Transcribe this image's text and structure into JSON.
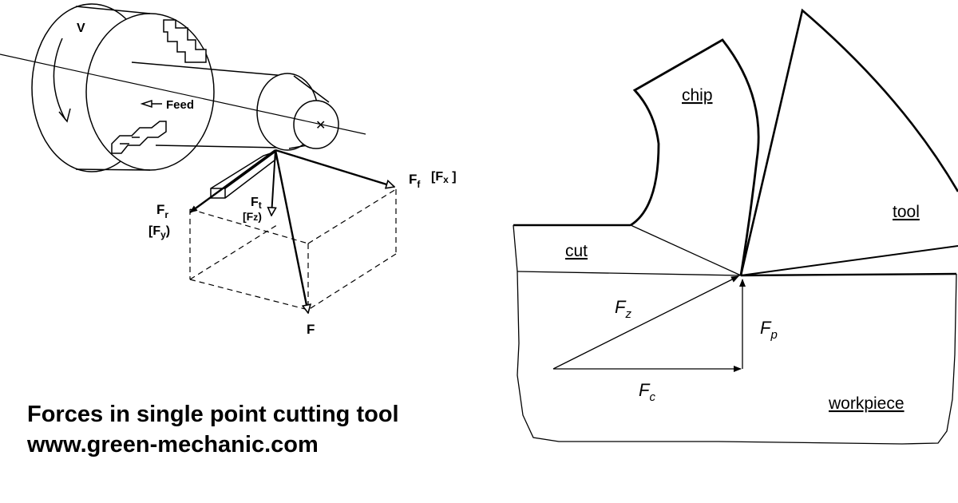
{
  "caption": {
    "title": "Forces in single point cutting tool",
    "url": "www.green-mechanic.com"
  },
  "left_diagram": {
    "rotation_label": "V",
    "feed_label": "Feed",
    "force_f_label": "F",
    "force_ff": {
      "main": "F",
      "sub": "f",
      "alt_main": "F",
      "alt_sub": "x"
    },
    "force_fr": {
      "main": "F",
      "sub": "r",
      "alt_main": "F",
      "alt_sub": "y"
    },
    "force_ft": {
      "main": "F",
      "sub": "t",
      "alt_main": "F",
      "alt_sub": "z"
    }
  },
  "right_diagram": {
    "chip_label": "chip",
    "tool_label": "tool",
    "cut_label": "cut",
    "workpiece_label": "workpiece",
    "fz": {
      "main": "F",
      "sub": "z"
    },
    "fp": {
      "main": "F",
      "sub": "p"
    },
    "fc": {
      "main": "F",
      "sub": "c"
    }
  }
}
